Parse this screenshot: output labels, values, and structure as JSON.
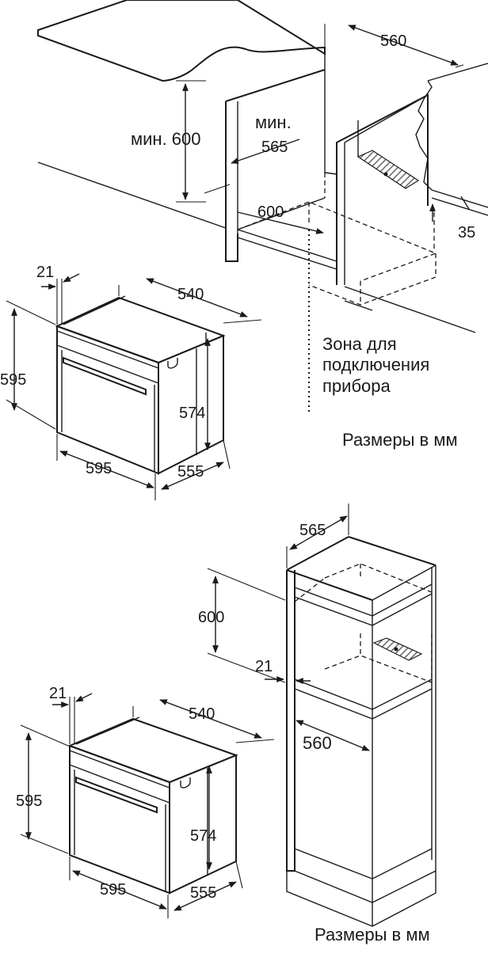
{
  "top": {
    "counter_depth": "560",
    "min_height_label": "мин. 600",
    "min_label": "мин.",
    "niche_depth": "565",
    "niche_width": "600",
    "gap": "35",
    "zone_line1": "Зона для",
    "zone_line2": "подключения",
    "zone_line3": "прибора",
    "units": "Размеры в мм"
  },
  "oven1": {
    "front": "21",
    "top_depth": "540",
    "height": "595",
    "inner_height": "574",
    "width": "595",
    "depth": "555"
  },
  "bottom": {
    "cab_depth": "565",
    "niche_height": "600",
    "front": "21",
    "inner_width": "560",
    "units": "Размеры в мм"
  },
  "oven2": {
    "front": "21",
    "top_depth": "540",
    "height": "595",
    "inner_height": "574",
    "width": "595",
    "depth": "555"
  },
  "colors": {
    "line": "#1a1a1a",
    "hatch_fill": "#7a7a7a",
    "background": "#ffffff"
  }
}
